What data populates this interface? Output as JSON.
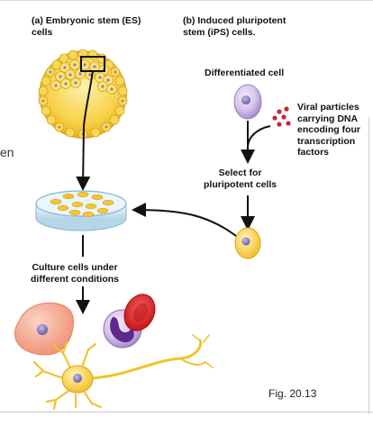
{
  "panel_a": {
    "letter": "(a)",
    "title": "Embryonic stem (ES)\ncells"
  },
  "panel_b": {
    "letter": "(b)",
    "title": "Induced pluripotent\nstem (iPS) cells."
  },
  "labels": {
    "differentiated_cell": "Differentiated cell",
    "viral_particles": "Viral particles\ncarrying DNA\nencoding four\ntranscription\nfactors",
    "select": "Select for\npluripotent cells",
    "culture": "Culture cells under\ndifferent conditions"
  },
  "figure_caption": "Fig. 20.13",
  "left_fragment": "en",
  "colors": {
    "es_yellow": "#f5c93a",
    "nucleus_purple": "#8e80c2",
    "virus_red": "#c8272e",
    "rbc_red": "#d82a2a",
    "muscle_peach": "#f4a58c",
    "dish_blue": "#d7ecf6"
  }
}
